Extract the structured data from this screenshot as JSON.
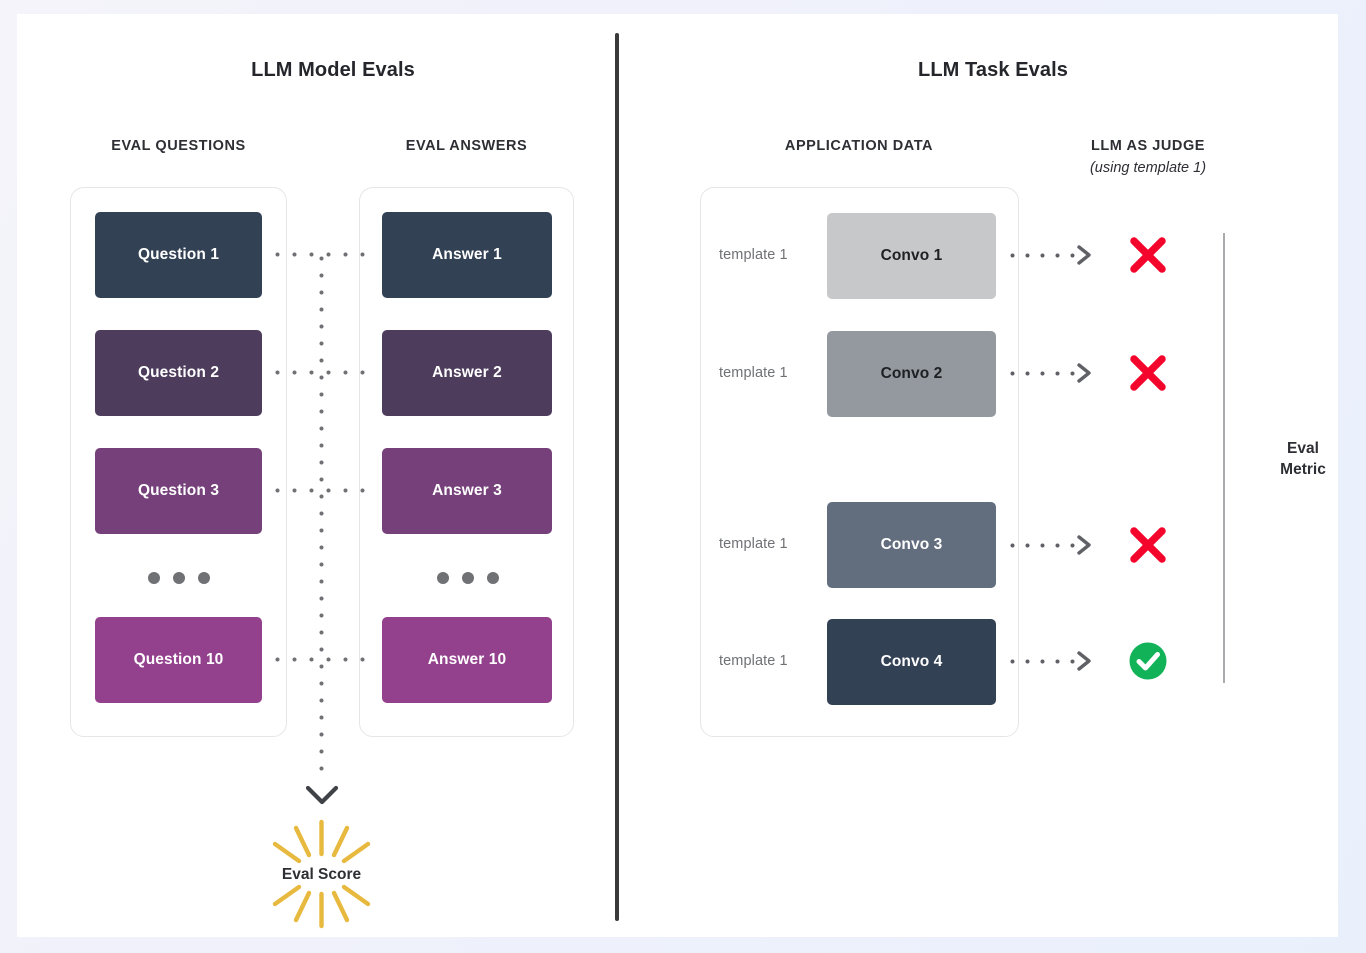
{
  "page": {
    "background_color": "#eef1fb",
    "card_color": "#ffffff",
    "divider_color": "#3a3a3a"
  },
  "left_panel": {
    "title": "LLM Model Evals",
    "columns": {
      "questions_heading": "EVAL QUESTIONS",
      "answers_heading": "EVAL ANSWERS"
    },
    "ellipsis_glyph": "•••",
    "questions": [
      {
        "label": "Question 1",
        "color": "#334155"
      },
      {
        "label": "Question 2",
        "color": "#4d3c5c"
      },
      {
        "label": "Question 3",
        "color": "#76417a"
      },
      {
        "label": "Question 10",
        "color": "#93408d"
      }
    ],
    "answers": [
      {
        "label": "Answer 1",
        "color": "#334155"
      },
      {
        "label": "Answer 2",
        "color": "#4d3c5c"
      },
      {
        "label": "Answer 3",
        "color": "#76417a"
      },
      {
        "label": "Answer 10",
        "color": "#93408d"
      }
    ],
    "output": {
      "label": "Eval Score",
      "starburst_color": "#e8b93f",
      "chevron_color": "#3f4246"
    }
  },
  "right_panel": {
    "title": "LLM Task Evals",
    "columns": {
      "application_data_heading": "APPLICATION DATA",
      "judge_heading": "LLM AS JUDGE",
      "judge_subheading": "(using template 1)"
    },
    "rows": [
      {
        "template_label": "template 1",
        "convo_label": "Convo 1",
        "color": "#c7c8ca",
        "text_dark": true,
        "verdict": "cross"
      },
      {
        "template_label": "template 1",
        "convo_label": "Convo 2",
        "color": "#93999f",
        "text_dark": true,
        "verdict": "cross"
      },
      {
        "template_label": "template 1",
        "convo_label": "Convo 3",
        "color": "#626e7e",
        "text_dark": false,
        "verdict": "cross"
      },
      {
        "template_label": "template 1",
        "convo_label": "Convo 4",
        "color": "#334155",
        "text_dark": false,
        "verdict": "check"
      }
    ],
    "metric": {
      "line1": "Eval",
      "line2": "Metric",
      "label": "Eval Metric"
    },
    "verdict_colors": {
      "cross": "#f4062c",
      "check": "#12b259"
    }
  }
}
